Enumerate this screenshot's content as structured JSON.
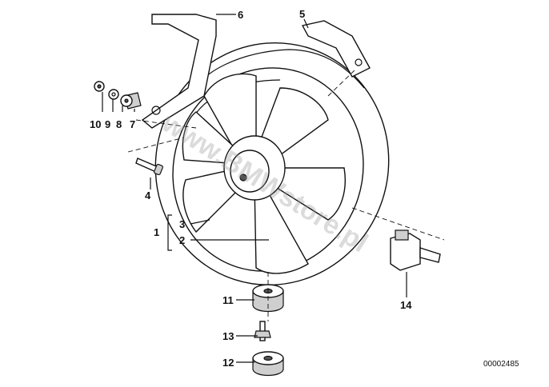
{
  "diagram": {
    "watermark": "www.BMWstore.pl",
    "reference_number": "00002485",
    "callouts": [
      {
        "id": "1",
        "label": "1"
      },
      {
        "id": "2",
        "label": "2"
      },
      {
        "id": "3",
        "label": "3"
      },
      {
        "id": "4",
        "label": "4"
      },
      {
        "id": "5",
        "label": "5"
      },
      {
        "id": "6",
        "label": "6"
      },
      {
        "id": "7",
        "label": "7"
      },
      {
        "id": "8",
        "label": "8"
      },
      {
        "id": "9",
        "label": "9"
      },
      {
        "id": "10",
        "label": "10"
      },
      {
        "id": "11",
        "label": "11"
      },
      {
        "id": "12",
        "label": "12"
      },
      {
        "id": "13",
        "label": "13"
      },
      {
        "id": "14",
        "label": "14"
      }
    ]
  }
}
